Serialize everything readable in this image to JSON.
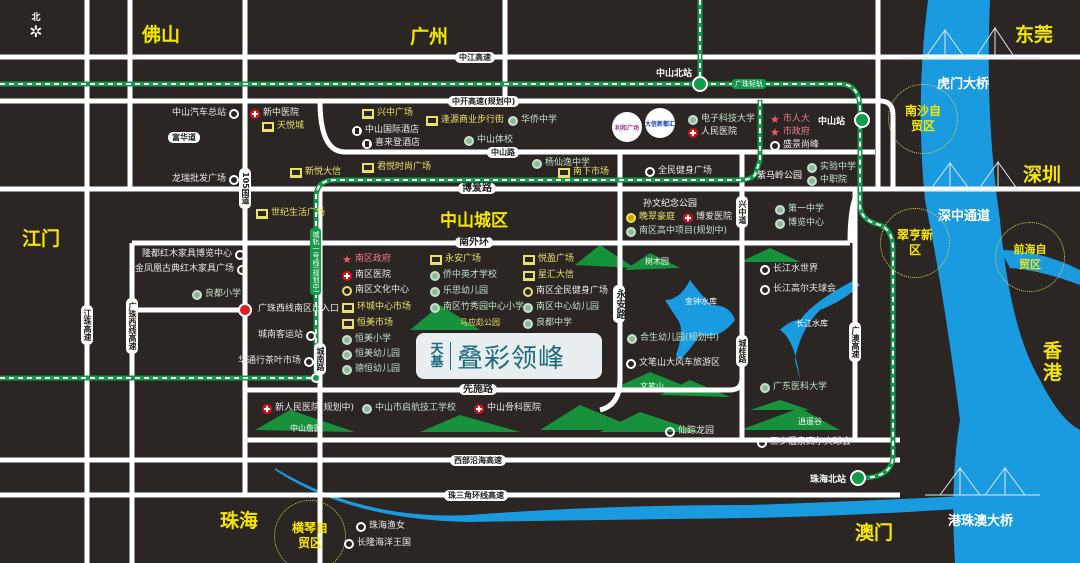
{
  "compass": {
    "label": "北"
  },
  "cities": {
    "foshan": "佛山",
    "guangzhou": "广州",
    "jiangmen": "江门",
    "zhuhai": "珠海",
    "macau": "澳门",
    "dongguan": "东莞",
    "shenzhen": "深圳",
    "hongkong": "香港"
  },
  "district": "中山城区",
  "roads": {
    "zhongjiang": "中江高速",
    "zhongkai": "中开高速(规划中)",
    "zhongshan_rd": "中山路",
    "fuhua": "富华道",
    "boai": "博爱路",
    "nanwaihuan": "南外环",
    "g105": "105国道",
    "chengnan": "城南路",
    "yongan": "永安路",
    "xingzhong": "兴中道",
    "chenggui": "城桂路",
    "guangao": "广澳高速",
    "xianshi": "先施路",
    "xibu": "西部沿海高速",
    "zsj": "珠三角环线高速",
    "guangzhu_west": "广珠西线高速",
    "jiangzhu": "江珠高速"
  },
  "rail": {
    "guangzhu": "广珠轻轨",
    "line1": "城轨一号线(规划中)"
  },
  "stations": {
    "north": "中山北站",
    "zhongshan": "中山站",
    "zhuhai_north": "珠海北站"
  },
  "bridges": {
    "humen": "虎门大桥",
    "shenzhong": "深中通道",
    "gzm": "港珠澳大桥"
  },
  "zones": {
    "nansha": "南沙自贸区",
    "cuiheng": "翠亨新区",
    "qianhai": "前海自贸区",
    "hengqin": "横琴自贸区"
  },
  "project": {
    "brand": "天基",
    "name": "叠彩领峰"
  },
  "logos": {
    "lihe": "利和广场",
    "dasin": "大信新都汇"
  },
  "pois": [
    {
      "t": "中山汽车总站",
      "i": "ring"
    },
    {
      "t": "新中医院",
      "i": "hosp"
    },
    {
      "t": "天悦城",
      "i": "cart"
    },
    {
      "t": "兴中广场",
      "i": "cart"
    },
    {
      "t": "中山国际酒店",
      "i": "bldg"
    },
    {
      "t": "喜来登酒店",
      "i": "bldg"
    },
    {
      "t": "逢源商业步行街",
      "i": "cart"
    },
    {
      "t": "华侨中学",
      "i": "school"
    },
    {
      "t": "中山体校",
      "i": "school"
    },
    {
      "t": "龙瑞批发广场",
      "i": "ring"
    },
    {
      "t": "新悦大信",
      "i": "cart"
    },
    {
      "t": "君悦时尚广场",
      "i": "cart"
    },
    {
      "t": "杨仙逸中学",
      "i": "school"
    },
    {
      "t": "南下市场",
      "i": "cart"
    },
    {
      "t": "电子科技大学",
      "i": "school"
    },
    {
      "t": "人民医院",
      "i": "hosp"
    },
    {
      "t": "市人大",
      "i": "star"
    },
    {
      "t": "市政府",
      "i": "star"
    },
    {
      "t": "盛景尚峰",
      "i": "ring"
    },
    {
      "t": "全民健身广场",
      "i": "ring"
    },
    {
      "t": "实验中学",
      "i": "school"
    },
    {
      "t": "中职院",
      "i": "school"
    },
    {
      "t": "世纪生活广场",
      "i": "cart"
    },
    {
      "t": "晚翠豪庭",
      "i": "schooly"
    },
    {
      "t": "博爱医院",
      "i": "hosp"
    },
    {
      "t": "南区高中项目(规划中)",
      "i": "school"
    },
    {
      "t": "第一中学",
      "i": "school"
    },
    {
      "t": "博览中心",
      "i": "school"
    },
    {
      "t": "隆都红木家具博览中心",
      "i": "ring"
    },
    {
      "t": "金凤凰古典红木家具广场",
      "i": "ring"
    },
    {
      "t": "良都小学",
      "i": "school"
    },
    {
      "t": "广珠西线南区出入口",
      "i": "none"
    },
    {
      "t": "城南客运站",
      "i": "ring"
    },
    {
      "t": "华通行茶叶市场",
      "i": "ring"
    },
    {
      "t": "南区政府",
      "i": "star"
    },
    {
      "t": "南区医院",
      "i": "hosp"
    },
    {
      "t": "南区文化中心",
      "i": "ringy"
    },
    {
      "t": "环城中心市场",
      "i": "cart"
    },
    {
      "t": "恒美市场",
      "i": "cart"
    },
    {
      "t": "恒美小学",
      "i": "school"
    },
    {
      "t": "恒美幼儿园",
      "i": "school"
    },
    {
      "t": "德恒幼儿园",
      "i": "school"
    },
    {
      "t": "永安广场",
      "i": "cart"
    },
    {
      "t": "侨中英才学校",
      "i": "school"
    },
    {
      "t": "乐思幼儿园",
      "i": "school"
    },
    {
      "t": "南区竹秀园中心小学",
      "i": "school"
    },
    {
      "t": "悦盈广场",
      "i": "cart"
    },
    {
      "t": "星汇大信",
      "i": "cart"
    },
    {
      "t": "南区全民健身广场",
      "i": "ringy"
    },
    {
      "t": "南区中心幼儿园",
      "i": "school"
    },
    {
      "t": "良都中学",
      "i": "school"
    },
    {
      "t": "合生幼儿园(规划中)",
      "i": "school"
    },
    {
      "t": "文笔山大风车旅游区",
      "i": "ring"
    },
    {
      "t": "仙踪龙园",
      "i": "ring"
    },
    {
      "t": "长江水世界",
      "i": "ring"
    },
    {
      "t": "长江高尔夫球会",
      "i": "ring"
    },
    {
      "t": "广东医科大学",
      "i": "school"
    },
    {
      "t": "三乡温泉高尔夫球会",
      "i": "ring"
    },
    {
      "t": "新人民医院(规划中)",
      "i": "hosp"
    },
    {
      "t": "中山市启航技工学校",
      "i": "school"
    },
    {
      "t": "中山骨科医院",
      "i": "hosp"
    },
    {
      "t": "珠海渔女",
      "i": "ring"
    },
    {
      "t": "长隆海洋王国",
      "i": "ring"
    }
  ],
  "parks": {
    "sunwen": "孙文纪念公园",
    "zimaling": "紫马岭公园",
    "shumu": "树木园",
    "jinzhong": "金钟水库",
    "changjiang": "长江水库",
    "wenbi": "文笔山",
    "xiaoyao": "逍遥谷",
    "madun": "马应彪公园",
    "zsyy": "中山詹园"
  }
}
